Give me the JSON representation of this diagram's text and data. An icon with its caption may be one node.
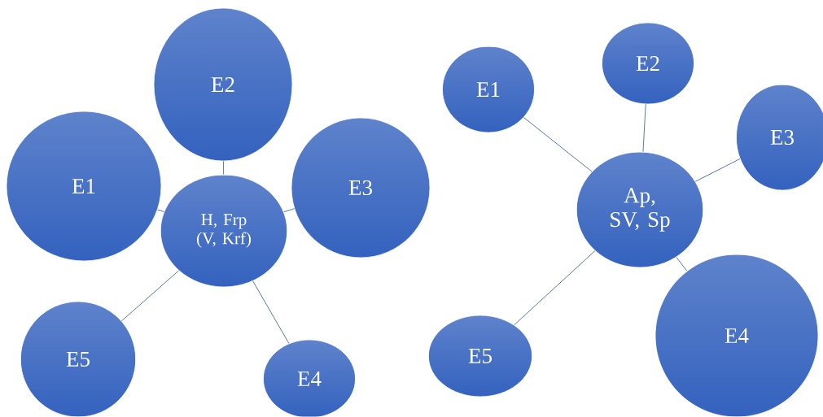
{
  "diagram": {
    "nodes": [
      {
        "text": [
          "H, Frp (V, Krf)"
        ]
      },
      {
        "text": [
          "E1"
        ]
      },
      {
        "text": [
          "E2"
        ]
      },
      {
        "text": [
          "E3"
        ]
      },
      {
        "text": [
          "E4"
        ]
      },
      {
        "text": [
          "E5"
        ]
      },
      {
        "text": [
          "Ap, SV, Sp"
        ]
      },
      {
        "text": [
          "E1"
        ]
      },
      {
        "text": [
          "E2"
        ]
      },
      {
        "text": [
          "E3"
        ]
      },
      {
        "text": [
          "E4"
        ]
      },
      {
        "text": [
          "E5"
        ]
      }
    ],
    "edges": [
      {
        "from": 0,
        "to": 1,
        "arrow": "none"
      },
      {
        "from": 0,
        "to": 2,
        "arrow": "none"
      },
      {
        "from": 0,
        "to": 3,
        "arrow": "none"
      },
      {
        "from": 0,
        "to": 4,
        "arrow": "none"
      },
      {
        "from": 0,
        "to": 5,
        "arrow": "none"
      },
      {
        "from": 6,
        "to": 7,
        "arrow": "none"
      },
      {
        "from": 6,
        "to": 8,
        "arrow": "none"
      },
      {
        "from": 6,
        "to": 9,
        "arrow": "none"
      },
      {
        "from": 6,
        "to": 10,
        "arrow": "none"
      },
      {
        "from": 6,
        "to": 11,
        "arrow": "none"
      }
    ]
  }
}
